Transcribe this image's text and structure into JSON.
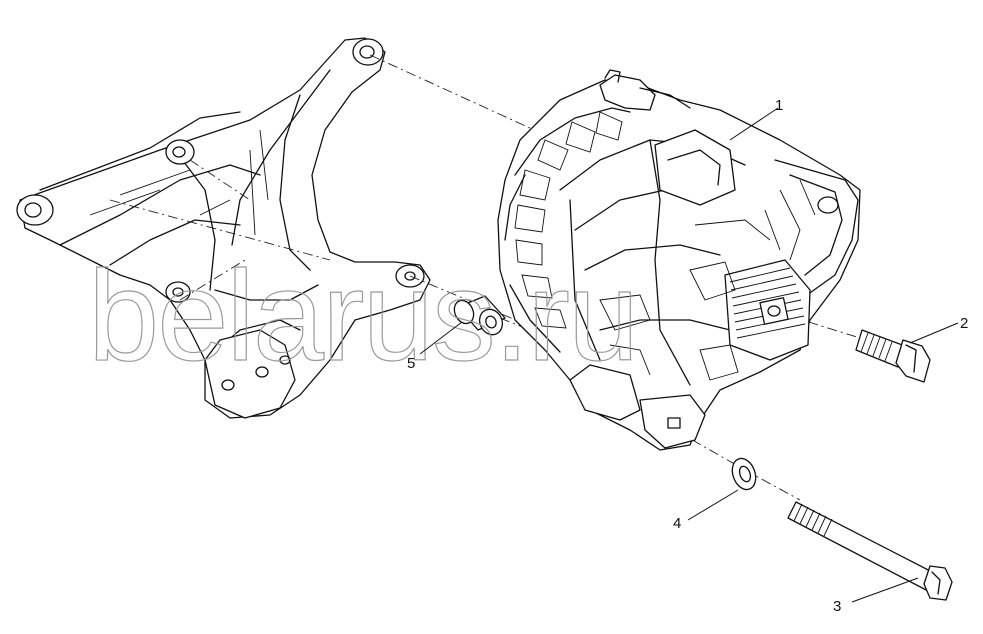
{
  "watermark": "belarus.ru",
  "callouts": {
    "c1": "1",
    "c2": "2",
    "c3": "3",
    "c4": "4",
    "c5": "5"
  }
}
